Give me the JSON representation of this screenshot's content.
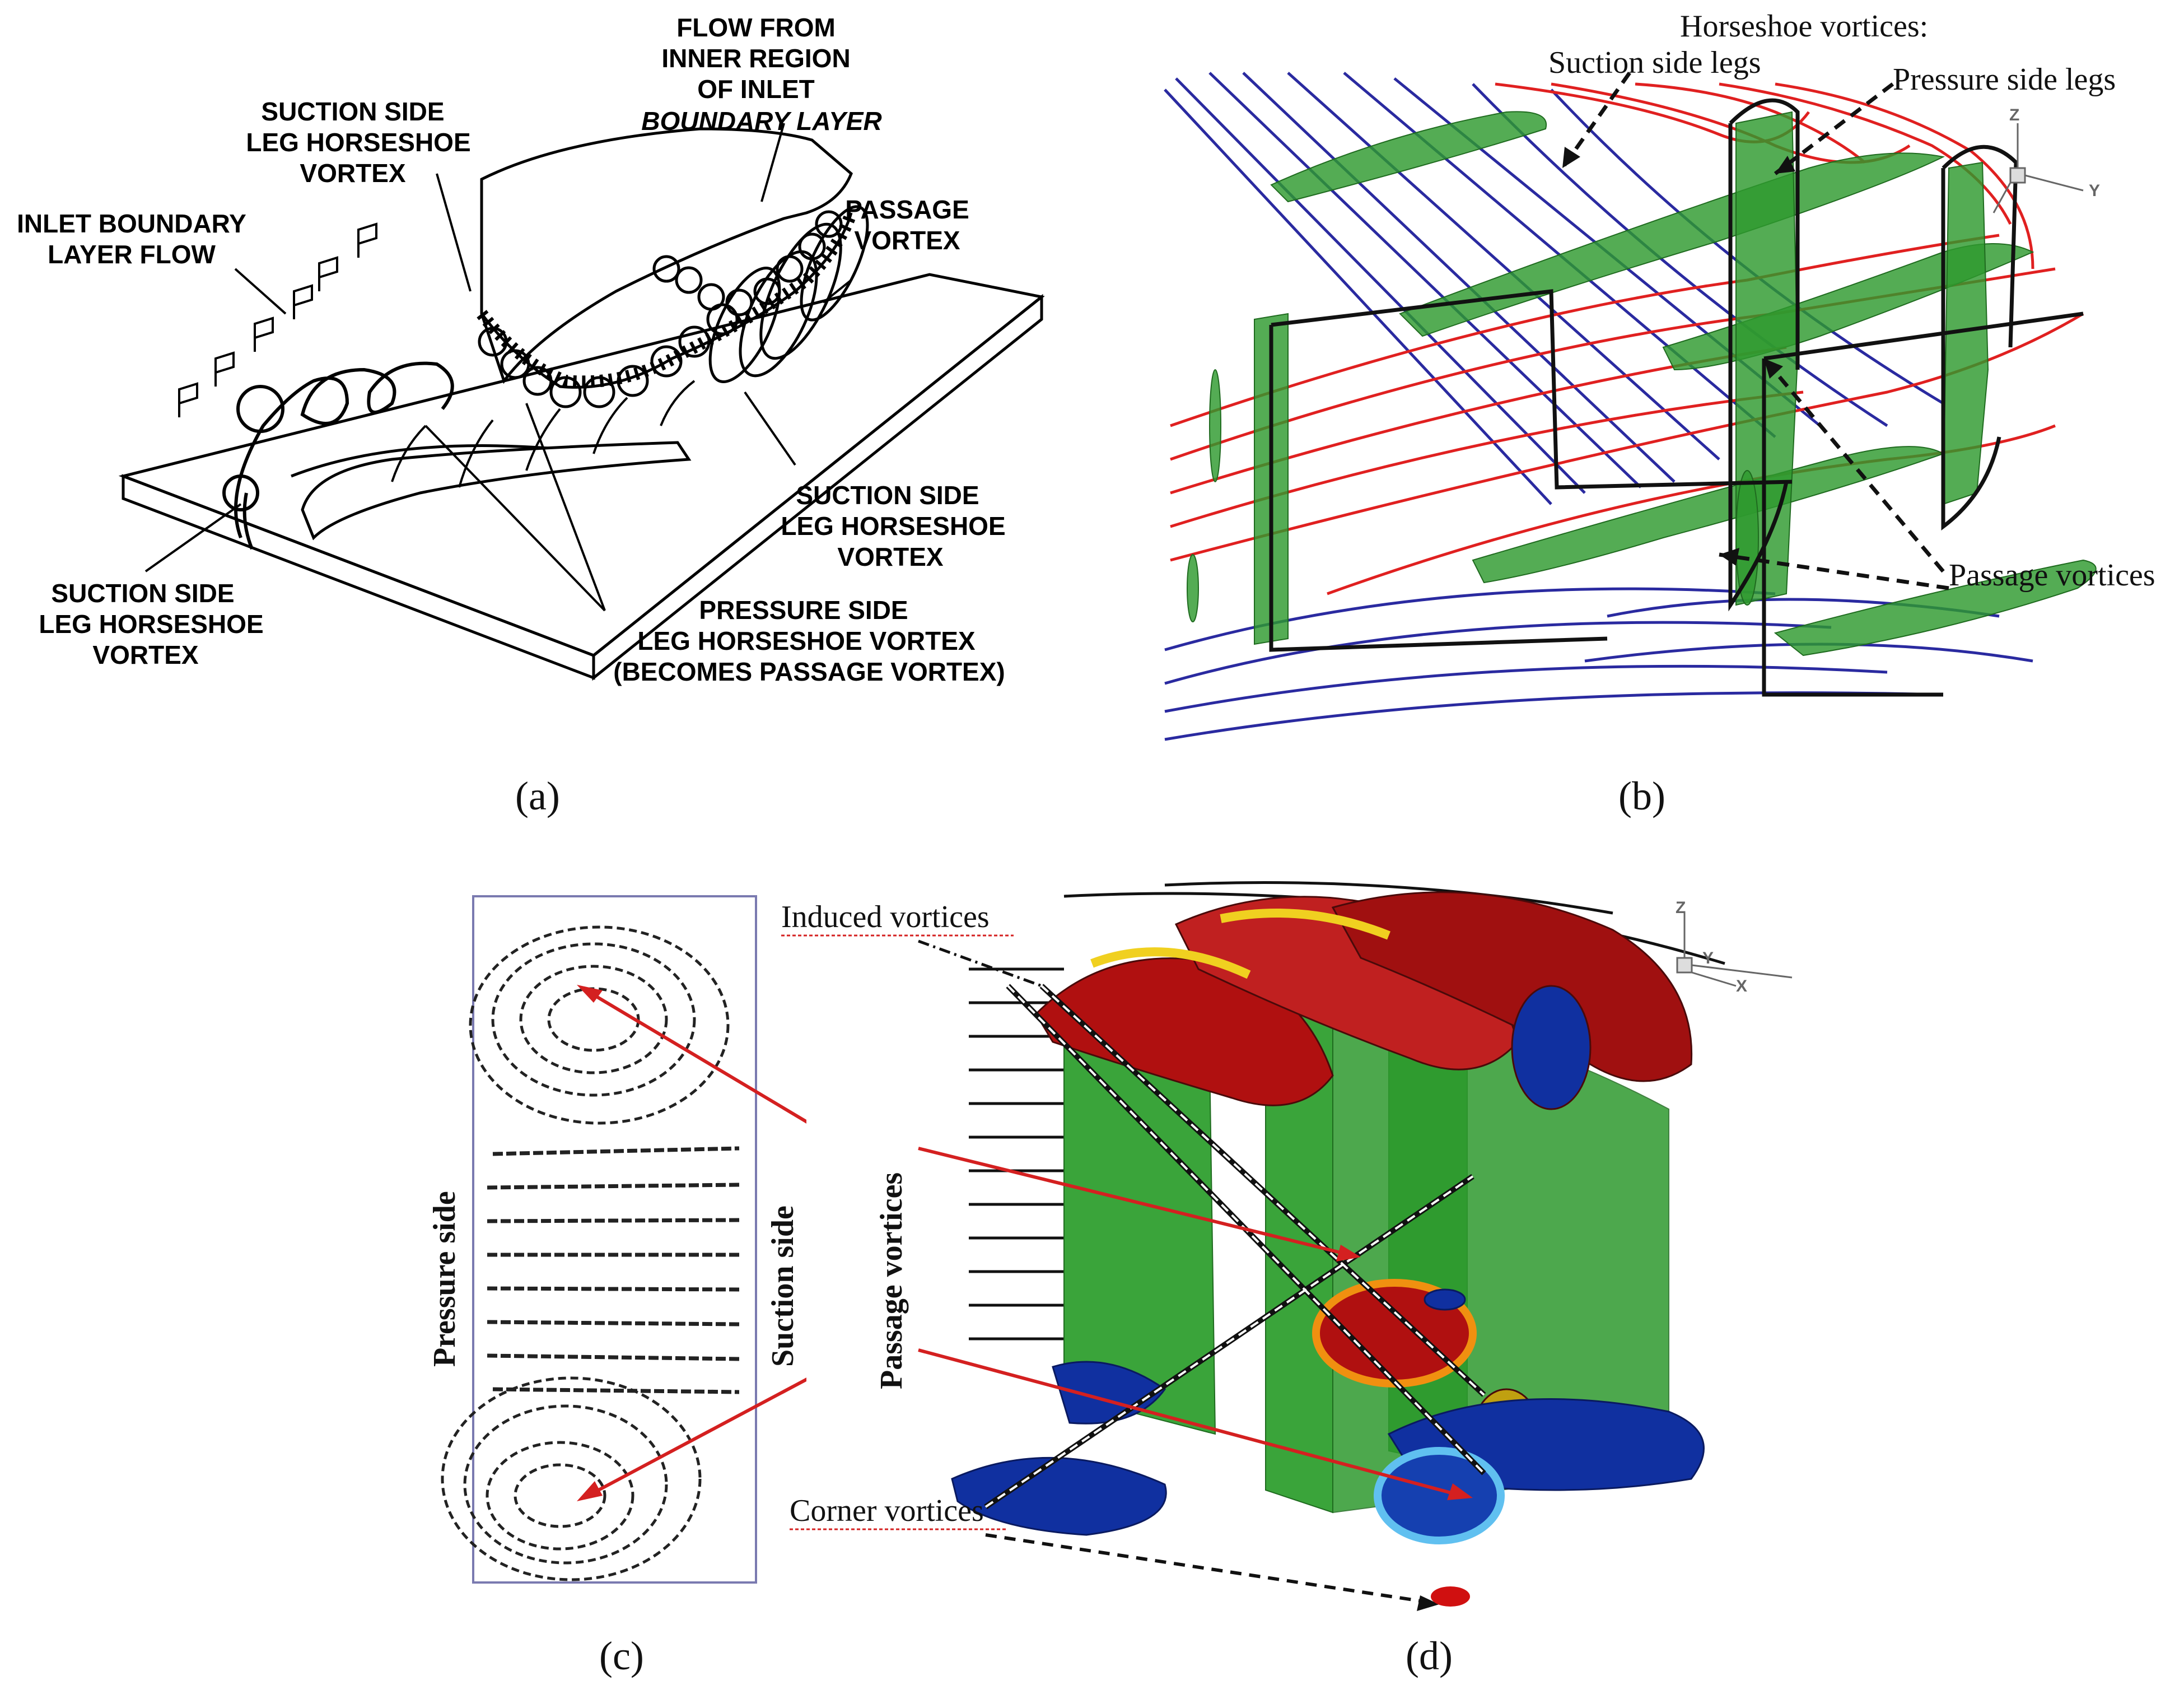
{
  "panel_a": {
    "caption": "(a)",
    "labels": {
      "flow_from_inner": [
        "FLOW FROM",
        "INNER REGION",
        "OF INLET",
        "BOUNDARY LAYER"
      ],
      "suction_leg_top": [
        "SUCTION SIDE",
        "LEG HORSESHOE",
        "VORTEX"
      ],
      "inlet_bl": [
        "INLET BOUNDARY",
        "LAYER FLOW"
      ],
      "passage_vortex": [
        "PASSAGE",
        "VORTEX"
      ],
      "suction_leg_right": [
        "SUCTION SIDE",
        "LEG HORSESHOE",
        "VORTEX"
      ],
      "suction_leg_left": [
        "SUCTION SIDE",
        "LEG HORSESHOE",
        "VORTEX"
      ],
      "pressure_leg": [
        "PRESSURE SIDE",
        "LEG HORSESHOE VORTEX",
        "(BECOMES PASSAGE VORTEX)"
      ]
    }
  },
  "panel_b": {
    "caption": "(b)",
    "labels": {
      "horseshoe": "Horseshoe vortices:",
      "suction_legs": "Suction side legs",
      "pressure_legs": "Pressure side legs",
      "passage_vortices": "Passage vortices"
    },
    "axes": {
      "z": "Z",
      "y": "Y"
    },
    "colors": {
      "pressure": "#e02020",
      "suction": "#2a2aa0",
      "iso": "#2e9a2e",
      "blade": "#111111"
    }
  },
  "panel_c": {
    "caption": "(c)",
    "labels": {
      "pressure_side": "Pressure side",
      "suction_side": "Suction side"
    }
  },
  "panel_d": {
    "caption": "(d)",
    "labels": {
      "induced": "Induced vortices",
      "passage": "Passage vortices",
      "corner": "Corner vortices"
    },
    "axes": {
      "z": "Z",
      "y": "Y",
      "x": "X"
    },
    "colors": {
      "high": "#b01010",
      "mid": "#2e9a2e",
      "low": "#1030a0",
      "arrow": "#d42020"
    }
  }
}
